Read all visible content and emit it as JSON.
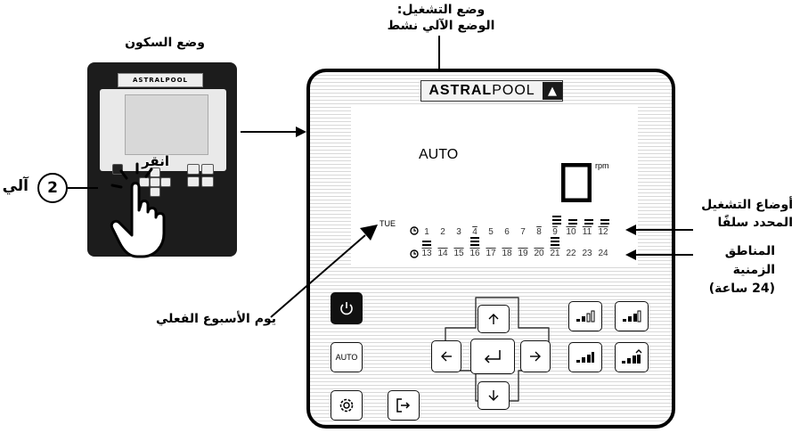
{
  "labels": {
    "standby_mode": "وضع السكون",
    "operation_mode_line1": "وضع التشغيل:",
    "operation_mode_line2": "الوضع الآلي نشط",
    "click": "انقر",
    "auto_step_number": "2",
    "auto_step_label": "آلي",
    "preset_modes_line1": "أوضاع التشغيل",
    "preset_modes_line2": "المحدد سلفًا",
    "time_zones_line1": "المناطق",
    "time_zones_line2": "الزمنية",
    "time_zones_line3": "(24 ساعة)",
    "current_day": "يوم الأسبوع الفعلي"
  },
  "device": {
    "brand_bold": "ASTRAL",
    "brand_light": "POOL",
    "mini_brand": "ASTRALPOOL",
    "display": {
      "mode": "AUTO",
      "speed": "0",
      "speed_unit": "rpm",
      "day": "TUE",
      "hours_row1": [
        "1",
        "2",
        "3",
        "4",
        "5",
        "6",
        "7",
        "8",
        "9",
        "10",
        "11",
        "12"
      ],
      "hours_row2": [
        "13",
        "14",
        "15",
        "16",
        "17",
        "18",
        "19",
        "20",
        "21",
        "22",
        "23",
        "24"
      ]
    },
    "buttons": {
      "auto": "AUTO"
    }
  },
  "colors": {
    "frame": "#000000",
    "stripe": "#d8d8d8",
    "button_dark": "#111111"
  },
  "icons": [
    "power-icon",
    "auto-button",
    "settings-gear-icon",
    "exit-icon",
    "arrow-up-icon",
    "arrow-down-icon",
    "arrow-left-icon",
    "arrow-right-icon",
    "enter-icon",
    "speed-1-icon",
    "speed-2-icon",
    "speed-3-icon",
    "speed-boost-icon",
    "clock-icon",
    "hand-pointer-icon"
  ]
}
